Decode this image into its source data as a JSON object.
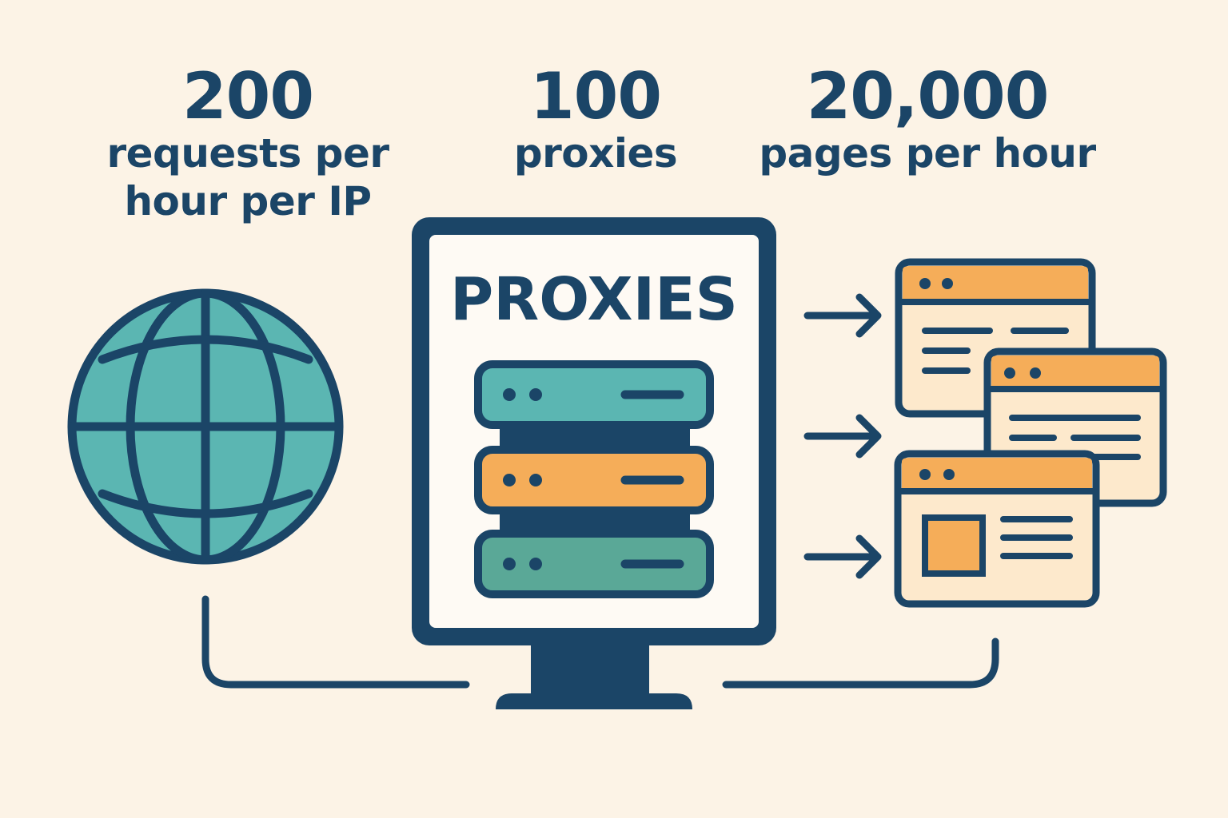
{
  "stats": {
    "requests": {
      "value": "200",
      "label": "requests per hour per IP"
    },
    "proxies": {
      "value": "100",
      "label": "proxies"
    },
    "pages": {
      "value": "20,000",
      "label": "pages per hour"
    }
  },
  "monitor": {
    "title": "PROXIES"
  },
  "colors": {
    "background": "#fcf3e6",
    "outline": "#1b4567",
    "teal": "#5bb6b2",
    "orange": "#f5ad59",
    "green": "#5aa897",
    "page_fill": "#fde9cc"
  },
  "icons": [
    "globe-icon",
    "server-stack-icon",
    "arrow-right-icon",
    "browser-window-icon"
  ]
}
